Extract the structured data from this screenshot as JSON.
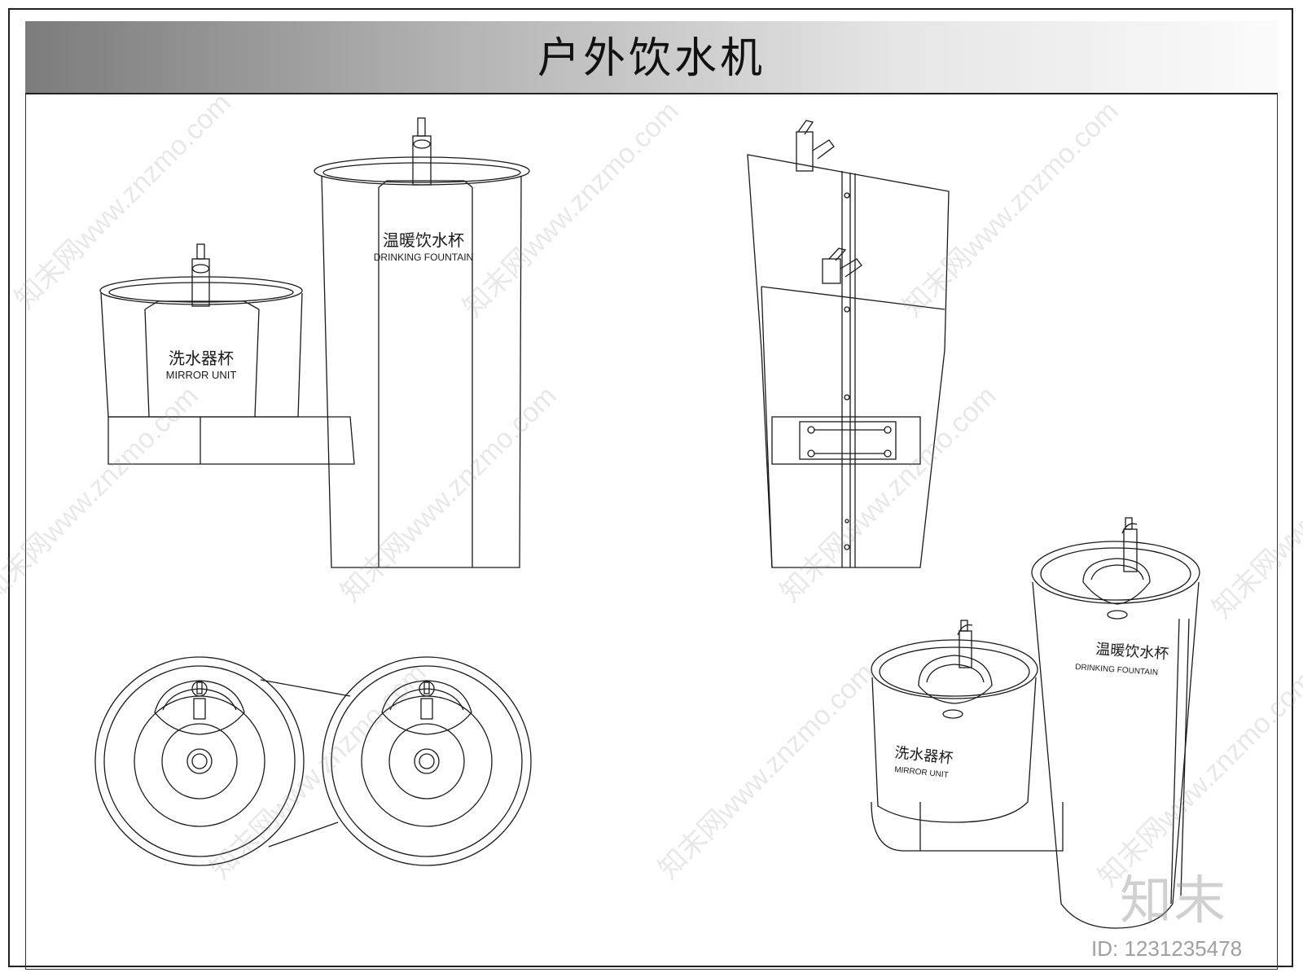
{
  "sheet": {
    "title": "户外饮水机"
  },
  "labels": {
    "small_unit_cn": "洗水器杯",
    "small_unit_en": "MIRROR UNIT",
    "tall_unit_cn": "温暖饮水杯",
    "tall_unit_en": "DRINKING FOUNTAIN",
    "iso_tall_cn": "温暖饮水杯",
    "iso_tall_en": "DRINKING FOUNTAIN",
    "iso_small_cn": "洗水器杯",
    "iso_small_en": "MIRROR UNIT"
  },
  "watermark": {
    "text": "知末网www.znzmo.com",
    "brand": "知末",
    "id": "ID: 1231235478"
  },
  "colors": {
    "line": "#1a1a1a",
    "title_gradient_start": "#7c7c7c",
    "title_gradient_end": "#fbfbfb"
  }
}
